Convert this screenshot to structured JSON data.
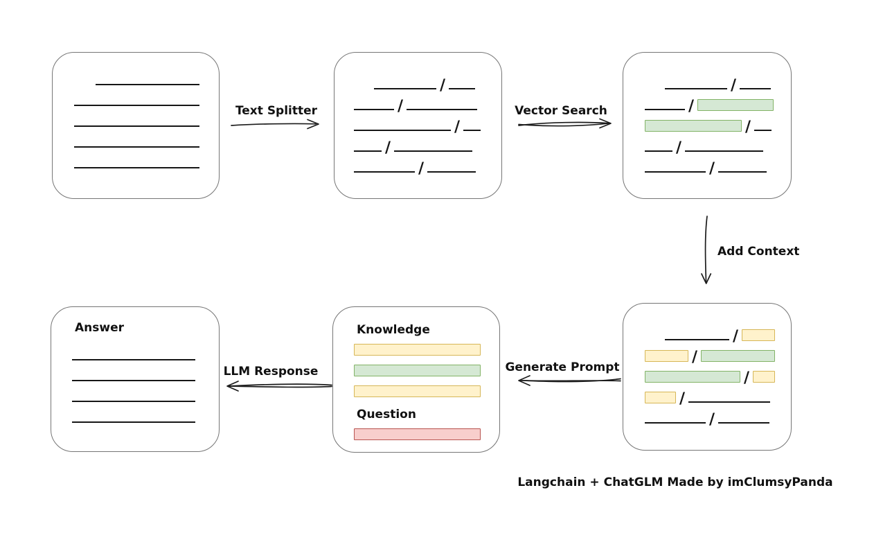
{
  "palette": {
    "green": {
      "fill": "#d5e8d4",
      "stroke": "#82b366"
    },
    "yellow": {
      "fill": "#fff2cc",
      "stroke": "#d6b656"
    },
    "red": {
      "fill": "#f8cecc",
      "stroke": "#b85450"
    }
  },
  "labels": {
    "text_splitter": "Text Splitter",
    "vector_search": "Vector Search",
    "add_context": "Add Context",
    "generate_prompt": "Generate Prompt",
    "llm_response": "LLM Response"
  },
  "caption": "Langchain + ChatGLM Made by imClumsyPanda",
  "boxes": {
    "document": {
      "rows": [
        [
          {
            "t": "gap",
            "w": 31
          },
          {
            "t": "line",
            "w": 150
          }
        ],
        [
          {
            "t": "line",
            "w": 181
          }
        ],
        [
          {
            "t": "line",
            "w": 181
          }
        ],
        [
          {
            "t": "line",
            "w": 181
          }
        ],
        [
          {
            "t": "line",
            "w": 181
          }
        ]
      ]
    },
    "split_text": {
      "rows": [
        [
          {
            "t": "gap",
            "w": 29
          },
          {
            "t": "line",
            "w": 90
          },
          {
            "t": "slash"
          },
          {
            "t": "line",
            "w": 38
          }
        ],
        [
          {
            "t": "line",
            "w": 58
          },
          {
            "t": "slash"
          },
          {
            "t": "line",
            "w": 102
          }
        ],
        [
          {
            "t": "line",
            "w": 140
          },
          {
            "t": "slash"
          },
          {
            "t": "line",
            "w": 25
          }
        ],
        [
          {
            "t": "line",
            "w": 40
          },
          {
            "t": "slash"
          },
          {
            "t": "line",
            "w": 113
          }
        ],
        [
          {
            "t": "line",
            "w": 88
          },
          {
            "t": "slash"
          },
          {
            "t": "line",
            "w": 70
          }
        ]
      ]
    },
    "vector_matches": {
      "rows": [
        [
          {
            "t": "gap",
            "w": 29
          },
          {
            "t": "line",
            "w": 90
          },
          {
            "t": "slash"
          },
          {
            "t": "line",
            "w": 45
          }
        ],
        [
          {
            "t": "line",
            "w": 58
          },
          {
            "t": "slash"
          },
          {
            "t": "chunk",
            "c": "green",
            "w": 110
          }
        ],
        [
          {
            "t": "chunk",
            "c": "green",
            "w": 140
          },
          {
            "t": "slash"
          },
          {
            "t": "line",
            "w": 25
          }
        ],
        [
          {
            "t": "line",
            "w": 40
          },
          {
            "t": "slash"
          },
          {
            "t": "line",
            "w": 113
          }
        ],
        [
          {
            "t": "line",
            "w": 88
          },
          {
            "t": "slash"
          },
          {
            "t": "line",
            "w": 70
          }
        ]
      ]
    },
    "context": {
      "rows": [
        [
          {
            "t": "gap",
            "w": 29
          },
          {
            "t": "line",
            "w": 93
          },
          {
            "t": "slash"
          },
          {
            "t": "chunk",
            "c": "yellow",
            "w": 48
          }
        ],
        [
          {
            "t": "chunk",
            "c": "yellow",
            "w": 63
          },
          {
            "t": "slash"
          },
          {
            "t": "chunk",
            "c": "green",
            "w": 107
          }
        ],
        [
          {
            "t": "chunk",
            "c": "green",
            "w": 138
          },
          {
            "t": "slash"
          },
          {
            "t": "chunk",
            "c": "yellow",
            "w": 32
          }
        ],
        [
          {
            "t": "chunk",
            "c": "yellow",
            "w": 45
          },
          {
            "t": "slash"
          },
          {
            "t": "line",
            "w": 118
          }
        ],
        [
          {
            "t": "line",
            "w": 88
          },
          {
            "t": "slash"
          },
          {
            "t": "line",
            "w": 74
          }
        ]
      ]
    },
    "prompt": {
      "sections": [
        {
          "label": "Knowledge",
          "bars": [
            "yellow",
            "green",
            "yellow"
          ]
        },
        {
          "label": "Question",
          "bars": [
            "red"
          ]
        }
      ]
    },
    "answer": {
      "label": "Answer",
      "rows": [
        [
          {
            "t": "line",
            "w": 178
          }
        ],
        [
          {
            "t": "line",
            "w": 178
          }
        ],
        [
          {
            "t": "line",
            "w": 178
          }
        ],
        [
          {
            "t": "line",
            "w": 178
          }
        ]
      ]
    }
  }
}
